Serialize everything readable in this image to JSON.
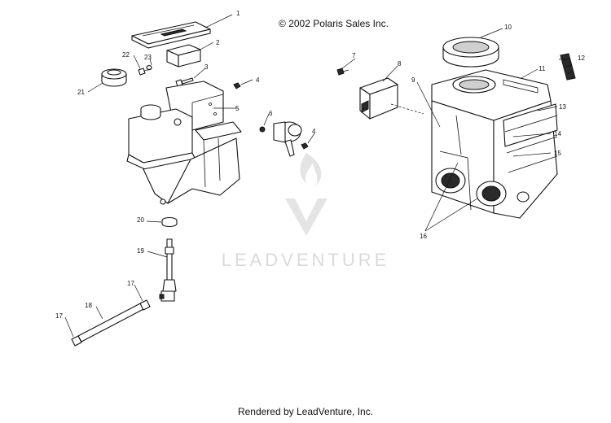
{
  "copyright": "© 2002 Polaris Sales Inc.",
  "footer": "Rendered by LeadVenture, Inc.",
  "watermark": "LEADVENTURE",
  "callouts": [
    "1",
    "2",
    "3",
    "4",
    "5",
    "6",
    "4",
    "7",
    "8",
    "9",
    "10",
    "11",
    "12",
    "13",
    "14",
    "15",
    "16",
    "17",
    "18",
    "17",
    "19",
    "20",
    "21",
    "22",
    "23"
  ],
  "colors": {
    "line": "#111111",
    "watermark": "#d6d6d6"
  }
}
